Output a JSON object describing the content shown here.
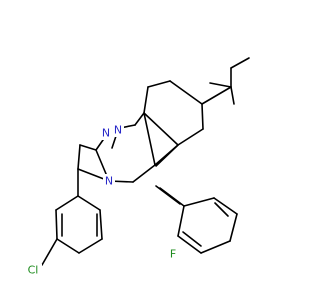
{
  "diagram": {
    "atom_labels": [
      {
        "id": "n1",
        "text": "N",
        "color": "#2828c8"
      },
      {
        "id": "n2",
        "text": "N",
        "color": "#2828c8"
      },
      {
        "id": "n3",
        "text": "N",
        "color": "#2828c8"
      },
      {
        "id": "f",
        "text": "F",
        "color": "#1e8c1e"
      },
      {
        "id": "cl",
        "text": "Cl",
        "color": "#1e8c1e"
      }
    ]
  }
}
